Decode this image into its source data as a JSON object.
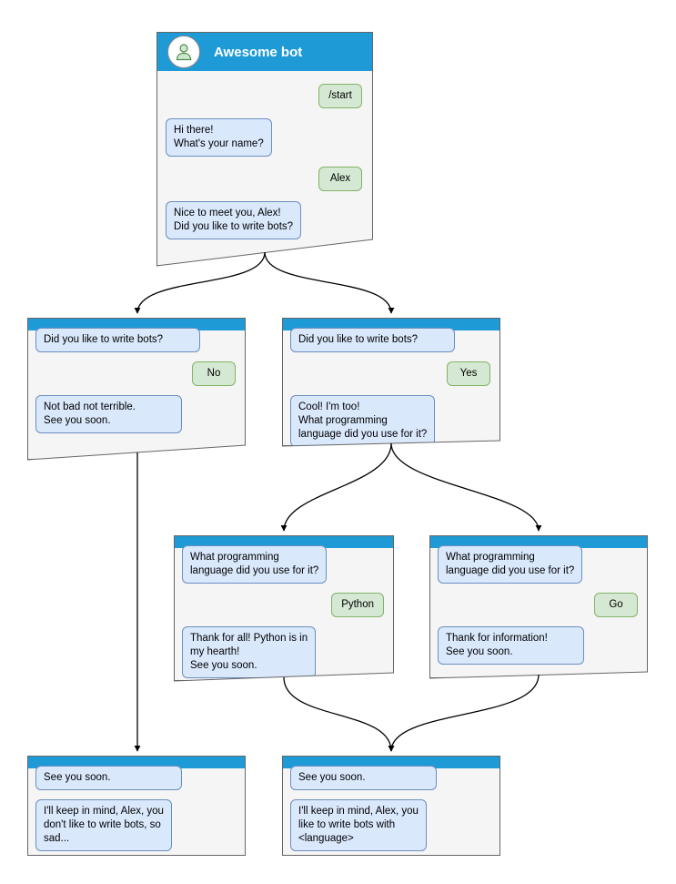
{
  "colors": {
    "header_blue": "#1e9ad7",
    "window_bg": "#f5f5f5",
    "window_border": "#666666",
    "bot_bg": "#dae8fc",
    "bot_border": "#6c8ebf",
    "user_bg": "#d5e8d4",
    "user_border": "#82b366",
    "arrow": "#000000"
  },
  "windows": [
    {
      "id": "main",
      "title": "Awesome bot",
      "messages": [
        {
          "from": "user",
          "text": "/start"
        },
        {
          "from": "bot",
          "text": "Hi there!\nWhat's your name?"
        },
        {
          "from": "user",
          "text": "Alex"
        },
        {
          "from": "bot",
          "text": "Nice to meet you, Alex!\nDid you like to write bots?"
        }
      ]
    },
    {
      "id": "no-branch",
      "messages": [
        {
          "from": "bot",
          "text": "Did you like to write bots?"
        },
        {
          "from": "user",
          "text": "No"
        },
        {
          "from": "bot",
          "text": "Not bad not terrible.\nSee you soon."
        }
      ]
    },
    {
      "id": "yes-branch",
      "messages": [
        {
          "from": "bot",
          "text": "Did you like to write bots?"
        },
        {
          "from": "user",
          "text": "Yes"
        },
        {
          "from": "bot",
          "text": "Cool! I'm too!\nWhat programming\nlanguage did you use for it?"
        }
      ]
    },
    {
      "id": "python-branch",
      "messages": [
        {
          "from": "bot",
          "text": "What programming\nlanguage did you use for it?"
        },
        {
          "from": "user",
          "text": "Python"
        },
        {
          "from": "bot",
          "text": "Thank for all! Python is in\nmy hearth!\nSee you soon."
        }
      ]
    },
    {
      "id": "go-branch",
      "messages": [
        {
          "from": "bot",
          "text": "What programming\nlanguage did you use for it?"
        },
        {
          "from": "user",
          "text": "Go"
        },
        {
          "from": "bot",
          "text": "Thank for information!\nSee you soon."
        }
      ]
    },
    {
      "id": "end-no",
      "messages": [
        {
          "from": "bot",
          "text": "See you soon."
        },
        {
          "from": "bot",
          "text": "I'll keep in mind, Alex, you\ndon't like to write bots, so\nsad..."
        }
      ]
    },
    {
      "id": "end-yes",
      "messages": [
        {
          "from": "bot",
          "text": "See you soon."
        },
        {
          "from": "bot",
          "text": "I'll keep in mind, Alex, you\nlike to write bots with\n<language>"
        }
      ]
    }
  ]
}
